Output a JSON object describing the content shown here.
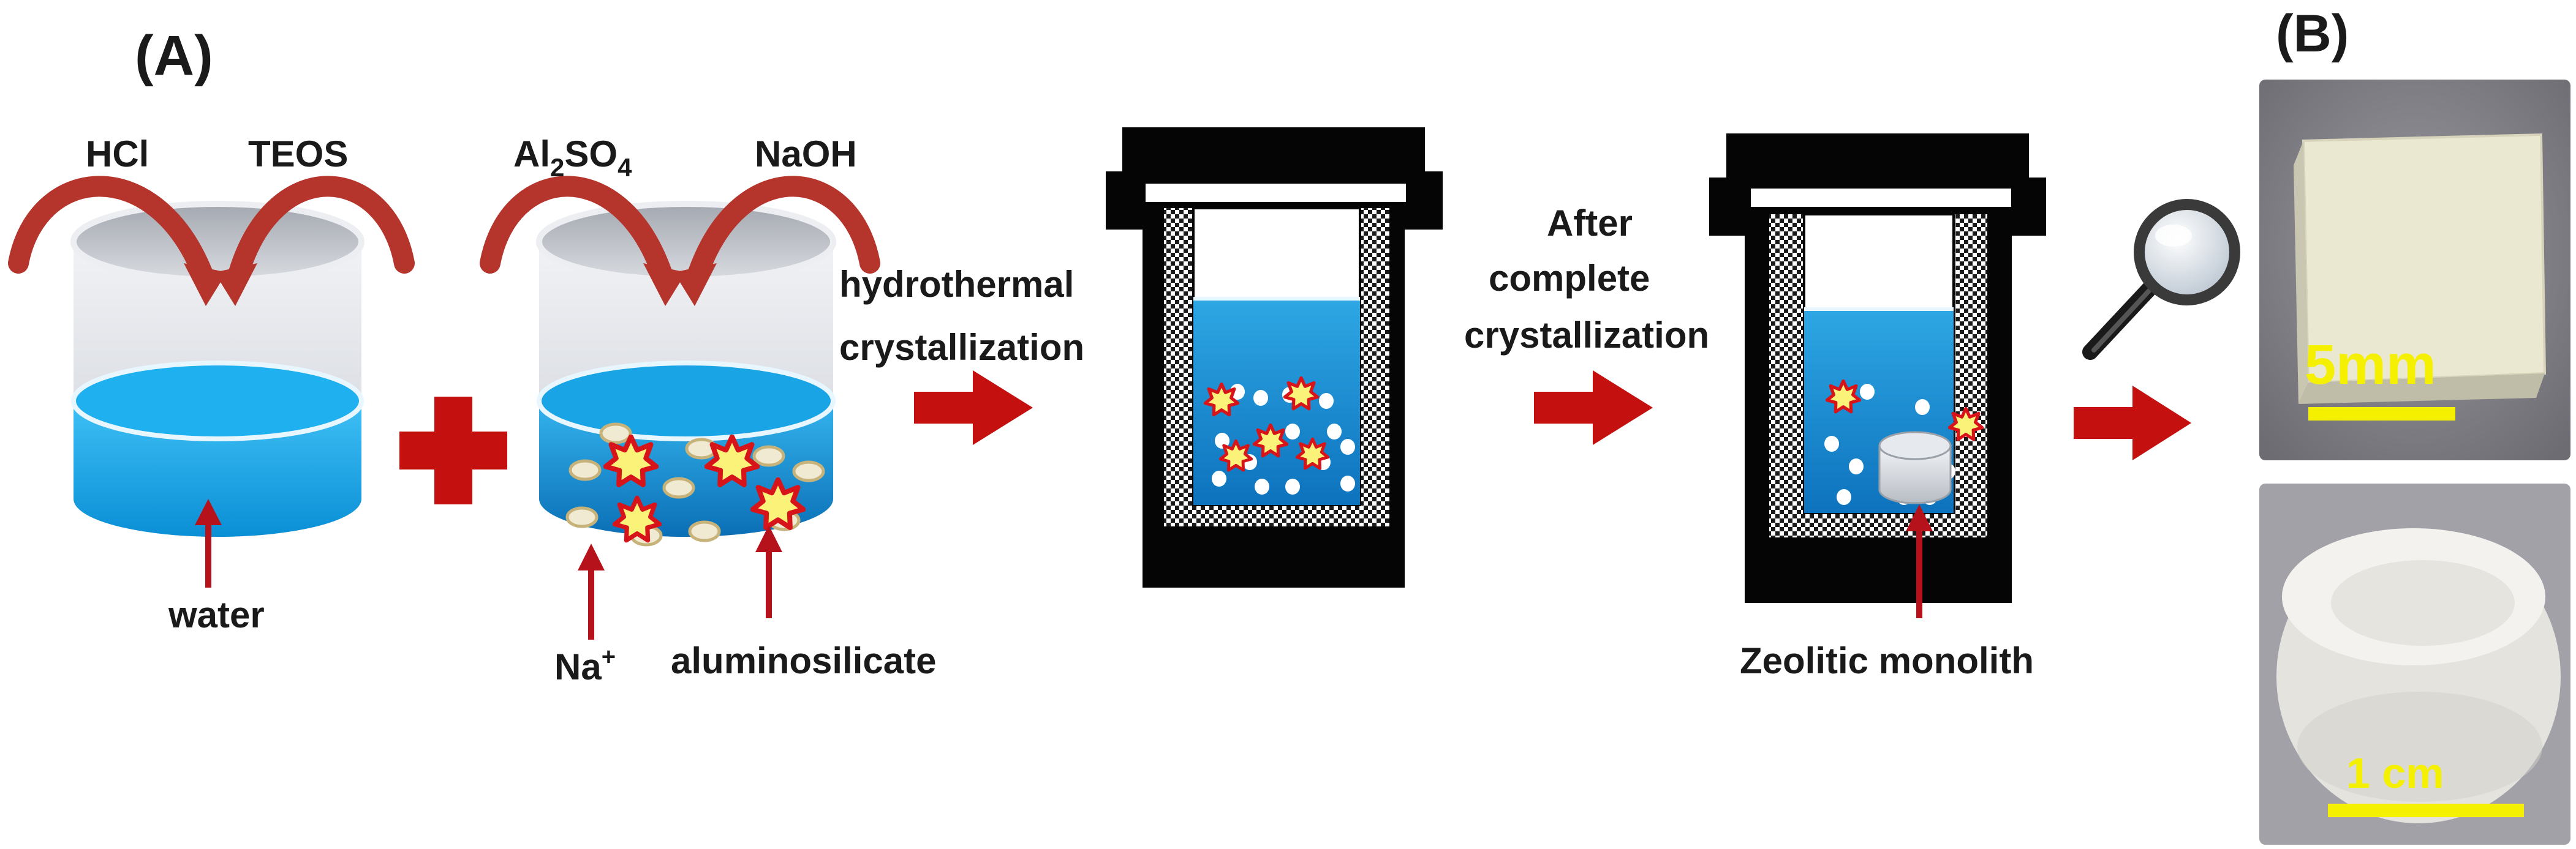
{
  "panels": {
    "a_label": "(A)",
    "b_label": "(B)"
  },
  "beaker1": {
    "reagent_left": "HCl",
    "reagent_right": "TEOS",
    "content_label": "water"
  },
  "beaker2": {
    "reagent_left_main": "Al",
    "reagent_left_sub1": "2",
    "reagent_left_mid": "SO",
    "reagent_left_sub2": "4",
    "reagent_right": "NaOH",
    "ion_label_main": "Na",
    "ion_label_sup": "+",
    "particle_label": "aluminosilicate"
  },
  "steps": {
    "step1_line1": "hydrothermal",
    "step1_line2": "crystallization",
    "step2_line1": "After",
    "step2_line2": "complete",
    "step2_line3": "crystallization"
  },
  "autoclave2": {
    "product_label": "Zeolitic monolith"
  },
  "photos": {
    "top_scale": "5mm",
    "bottom_scale": "1 cm"
  },
  "colors": {
    "water": "#1aa6e6",
    "curved_arrow": "#b5342b",
    "step_arrow": "#c4100e",
    "plus": "#c4100e",
    "autoclave": "#050505",
    "star_fill": "#fbf27a",
    "star_stroke": "#d8141b",
    "scale_bar": "#f5f000"
  },
  "icons": [
    "magnifier-icon",
    "plus-icon",
    "arrow-right-icon",
    "curved-arrow-icon",
    "star-particle-icon"
  ]
}
